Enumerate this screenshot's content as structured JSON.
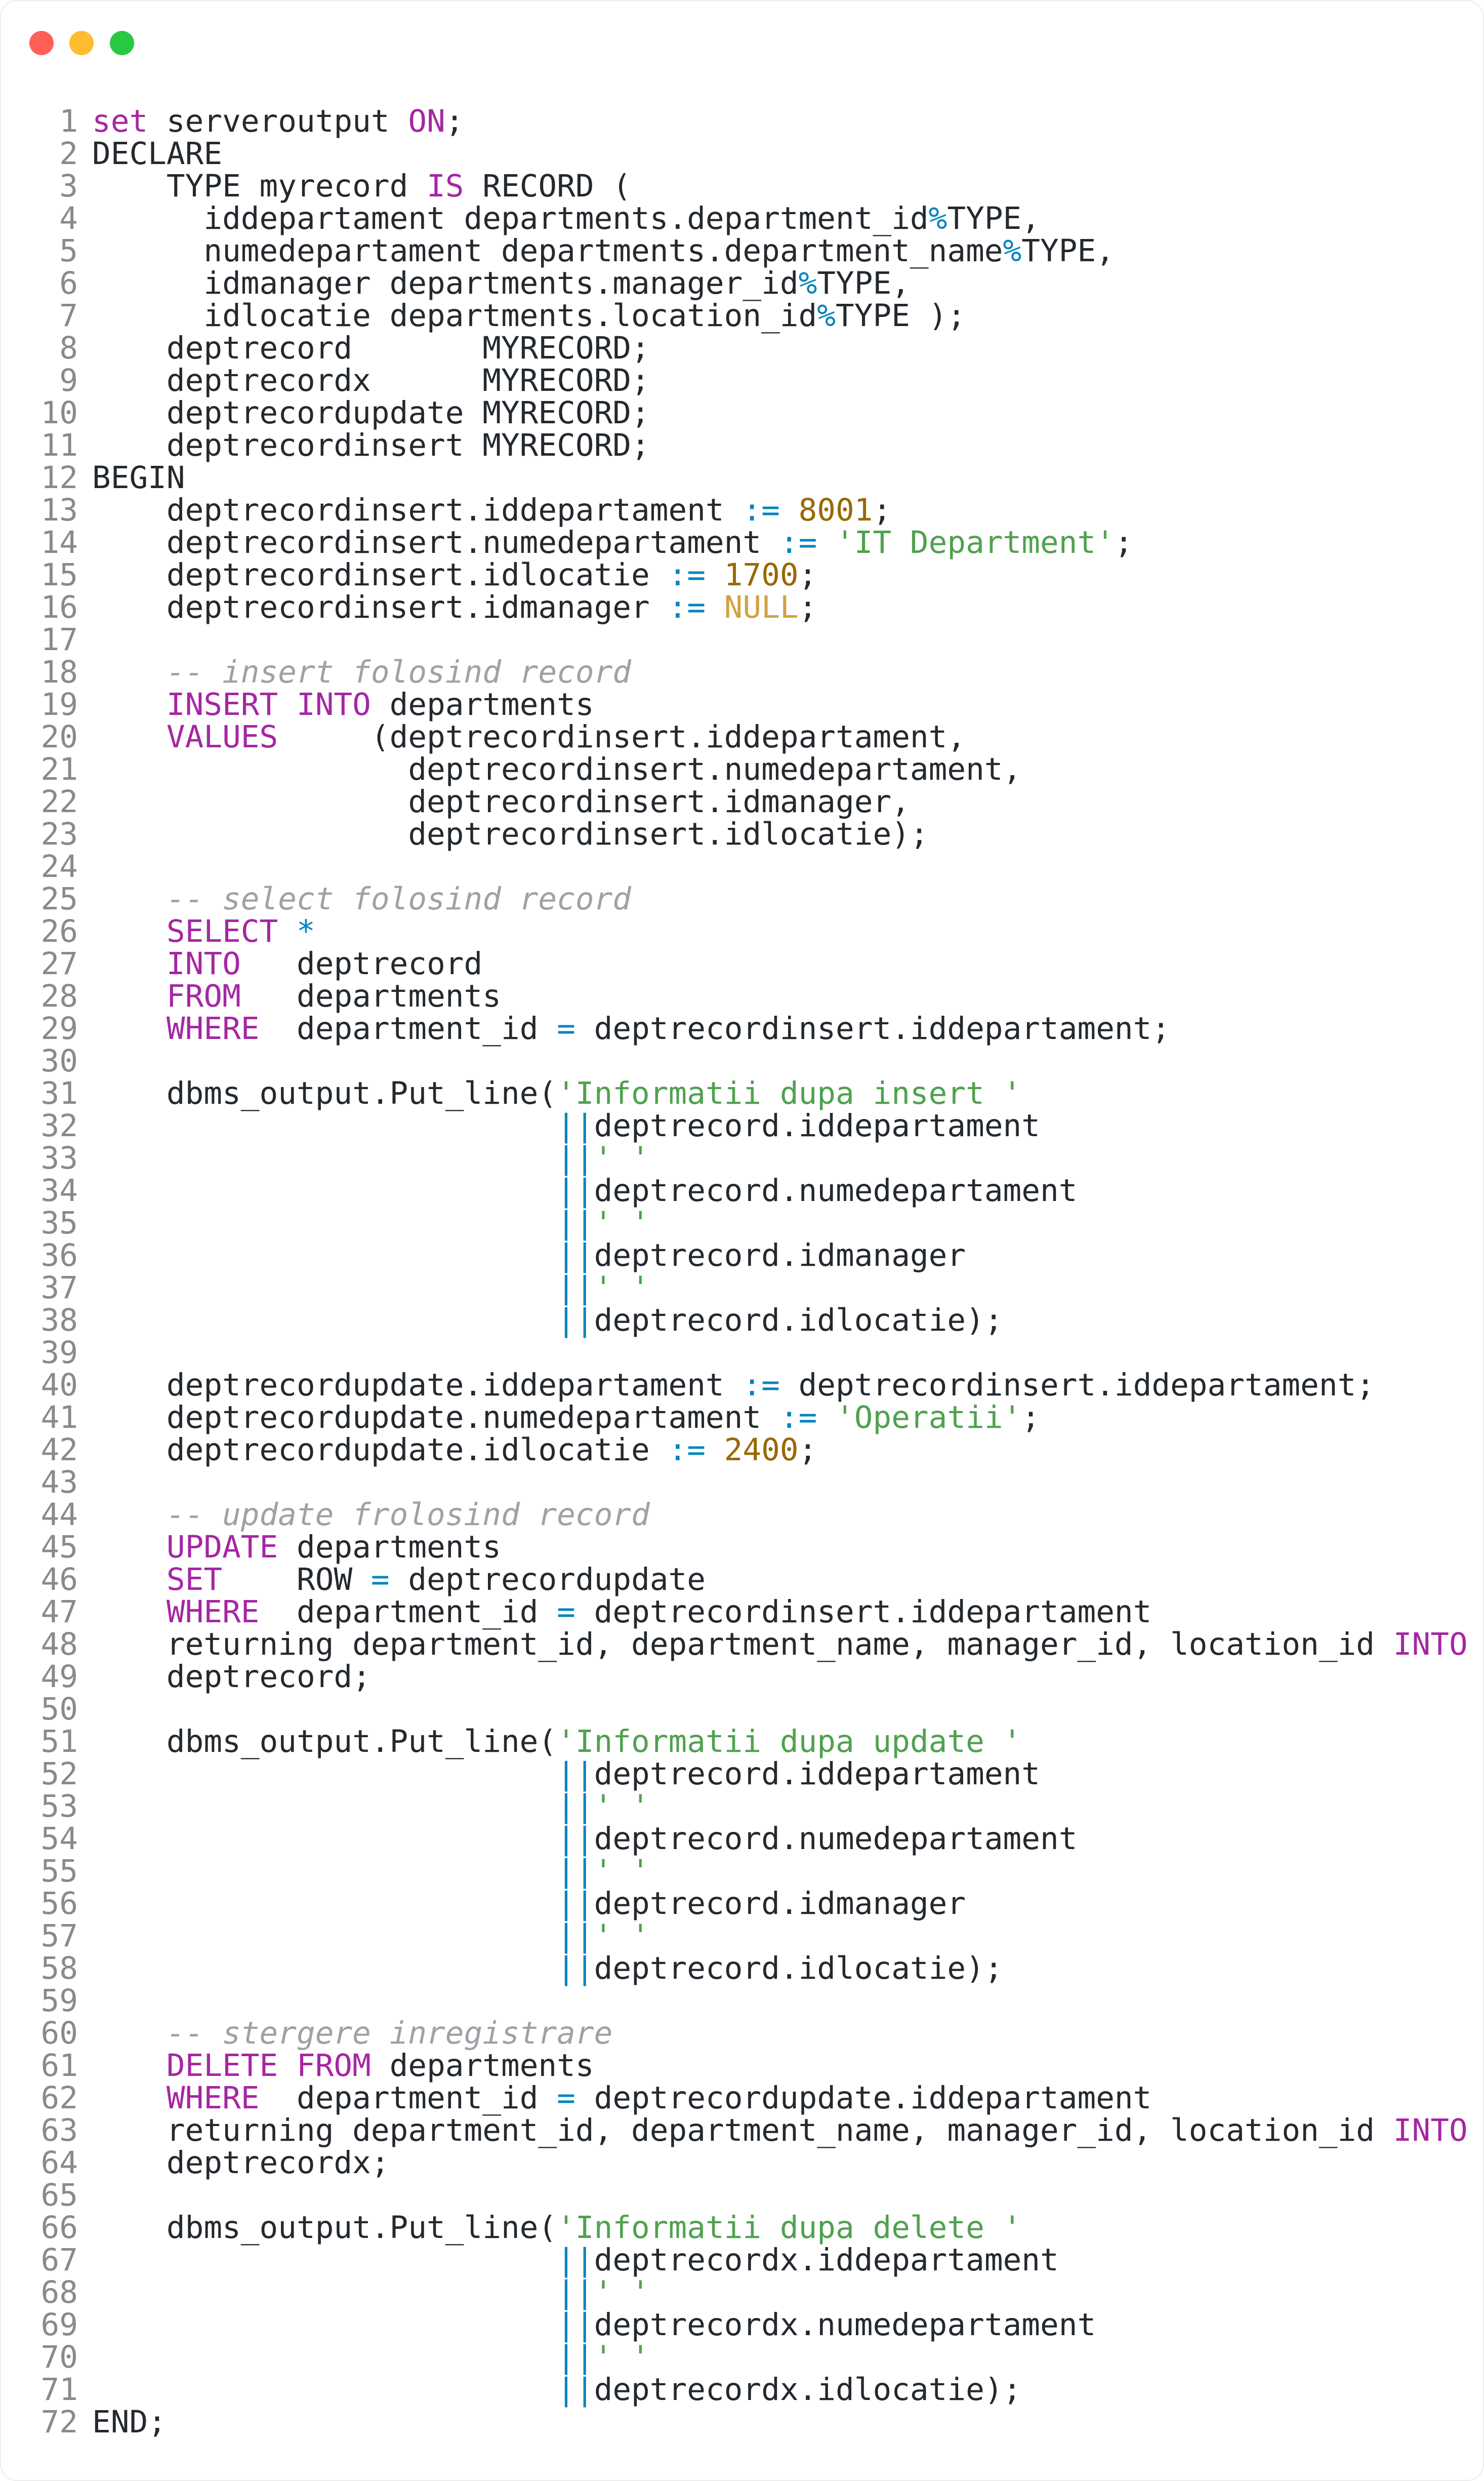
{
  "window": {
    "controls": [
      "close",
      "minimize",
      "zoom"
    ],
    "colors": {
      "close": "#ff5f57",
      "minimize": "#febc2e",
      "zoom": "#28c840"
    }
  },
  "editor": {
    "language": "PL/SQL",
    "colors": {
      "keyword": "#a626a4",
      "number": "#986801",
      "string": "#50a14f",
      "comment": "#a0a1a7",
      "operator": "#0184bc",
      "plain": "#24292e",
      "line_number": "#8a8a8a"
    },
    "lines": [
      [
        [
          "kw",
          "set"
        ],
        [
          "t",
          " serveroutput "
        ],
        [
          "kw",
          "ON"
        ],
        [
          "t",
          ";"
        ]
      ],
      [
        [
          "t",
          "DECLARE"
        ]
      ],
      [
        [
          "t",
          "    TYPE myrecord "
        ],
        [
          "kw",
          "IS"
        ],
        [
          "t",
          " RECORD ("
        ]
      ],
      [
        [
          "t",
          "      iddepartament departments.department_id"
        ],
        [
          "op",
          "%"
        ],
        [
          "t",
          "TYPE,"
        ]
      ],
      [
        [
          "t",
          "      numedepartament departments.department_name"
        ],
        [
          "op",
          "%"
        ],
        [
          "t",
          "TYPE,"
        ]
      ],
      [
        [
          "t",
          "      idmanager departments.manager_id"
        ],
        [
          "op",
          "%"
        ],
        [
          "t",
          "TYPE,"
        ]
      ],
      [
        [
          "t",
          "      idlocatie departments.location_id"
        ],
        [
          "op",
          "%"
        ],
        [
          "t",
          "TYPE );"
        ]
      ],
      [
        [
          "t",
          "    deptrecord       MYRECORD;"
        ]
      ],
      [
        [
          "t",
          "    deptrecordx      MYRECORD;"
        ]
      ],
      [
        [
          "t",
          "    deptrecordupdate MYRECORD;"
        ]
      ],
      [
        [
          "t",
          "    deptrecordinsert MYRECORD;"
        ]
      ],
      [
        [
          "t",
          "BEGIN"
        ]
      ],
      [
        [
          "t",
          "    deptrecordinsert.iddepartament "
        ],
        [
          "op",
          ":="
        ],
        [
          "t",
          " "
        ],
        [
          "num",
          "8001"
        ],
        [
          "t",
          ";"
        ]
      ],
      [
        [
          "t",
          "    deptrecordinsert.numedepartament "
        ],
        [
          "op",
          ":="
        ],
        [
          "t",
          " "
        ],
        [
          "str",
          "'IT Department'"
        ],
        [
          "t",
          ";"
        ]
      ],
      [
        [
          "t",
          "    deptrecordinsert.idlocatie "
        ],
        [
          "op",
          ":="
        ],
        [
          "t",
          " "
        ],
        [
          "num",
          "1700"
        ],
        [
          "t",
          ";"
        ]
      ],
      [
        [
          "t",
          "    deptrecordinsert.idmanager "
        ],
        [
          "op",
          ":="
        ],
        [
          "t",
          " "
        ],
        [
          "nl",
          "NULL"
        ],
        [
          "t",
          ";"
        ]
      ],
      [
        [
          "t",
          ""
        ]
      ],
      [
        [
          "t",
          "    "
        ],
        [
          "cm",
          "-- insert folosind record"
        ]
      ],
      [
        [
          "t",
          "    "
        ],
        [
          "kw",
          "INSERT INTO"
        ],
        [
          "t",
          " departments"
        ]
      ],
      [
        [
          "t",
          "    "
        ],
        [
          "kw",
          "VALUES"
        ],
        [
          "t",
          "     (deptrecordinsert.iddepartament,"
        ]
      ],
      [
        [
          "t",
          "                 deptrecordinsert.numedepartament,"
        ]
      ],
      [
        [
          "t",
          "                 deptrecordinsert.idmanager,"
        ]
      ],
      [
        [
          "t",
          "                 deptrecordinsert.idlocatie);"
        ]
      ],
      [
        [
          "t",
          ""
        ]
      ],
      [
        [
          "t",
          "    "
        ],
        [
          "cm",
          "-- select folosind record"
        ]
      ],
      [
        [
          "t",
          "    "
        ],
        [
          "kw",
          "SELECT"
        ],
        [
          "t",
          " "
        ],
        [
          "op",
          "*"
        ]
      ],
      [
        [
          "t",
          "    "
        ],
        [
          "kw",
          "INTO"
        ],
        [
          "t",
          "   deptrecord"
        ]
      ],
      [
        [
          "t",
          "    "
        ],
        [
          "kw",
          "FROM"
        ],
        [
          "t",
          "   departments"
        ]
      ],
      [
        [
          "t",
          "    "
        ],
        [
          "kw",
          "WHERE"
        ],
        [
          "t",
          "  department_id "
        ],
        [
          "op",
          "="
        ],
        [
          "t",
          " deptrecordinsert.iddepartament;"
        ]
      ],
      [
        [
          "t",
          ""
        ]
      ],
      [
        [
          "t",
          "    dbms_output.Put_line("
        ],
        [
          "str",
          "'Informatii dupa insert '"
        ]
      ],
      [
        [
          "t",
          "                         "
        ],
        [
          "op",
          "||"
        ],
        [
          "t",
          "deptrecord.iddepartament"
        ]
      ],
      [
        [
          "t",
          "                         "
        ],
        [
          "op",
          "||"
        ],
        [
          "str",
          "' '"
        ]
      ],
      [
        [
          "t",
          "                         "
        ],
        [
          "op",
          "||"
        ],
        [
          "t",
          "deptrecord.numedepartament"
        ]
      ],
      [
        [
          "t",
          "                         "
        ],
        [
          "op",
          "||"
        ],
        [
          "str",
          "' '"
        ]
      ],
      [
        [
          "t",
          "                         "
        ],
        [
          "op",
          "||"
        ],
        [
          "t",
          "deptrecord.idmanager"
        ]
      ],
      [
        [
          "t",
          "                         "
        ],
        [
          "op",
          "||"
        ],
        [
          "str",
          "' '"
        ]
      ],
      [
        [
          "t",
          "                         "
        ],
        [
          "op",
          "||"
        ],
        [
          "t",
          "deptrecord.idlocatie);"
        ]
      ],
      [
        [
          "t",
          ""
        ]
      ],
      [
        [
          "t",
          "    deptrecordupdate.iddepartament "
        ],
        [
          "op",
          ":="
        ],
        [
          "t",
          " deptrecordinsert.iddepartament;"
        ]
      ],
      [
        [
          "t",
          "    deptrecordupdate.numedepartament "
        ],
        [
          "op",
          ":="
        ],
        [
          "t",
          " "
        ],
        [
          "str",
          "'Operatii'"
        ],
        [
          "t",
          ";"
        ]
      ],
      [
        [
          "t",
          "    deptrecordupdate.idlocatie "
        ],
        [
          "op",
          ":="
        ],
        [
          "t",
          " "
        ],
        [
          "num",
          "2400"
        ],
        [
          "t",
          ";"
        ]
      ],
      [
        [
          "t",
          ""
        ]
      ],
      [
        [
          "t",
          "    "
        ],
        [
          "cm",
          "-- update frolosind record"
        ]
      ],
      [
        [
          "t",
          "    "
        ],
        [
          "kw",
          "UPDATE"
        ],
        [
          "t",
          " departments"
        ]
      ],
      [
        [
          "t",
          "    "
        ],
        [
          "kw",
          "SET"
        ],
        [
          "t",
          "    ROW "
        ],
        [
          "op",
          "="
        ],
        [
          "t",
          " deptrecordupdate"
        ]
      ],
      [
        [
          "t",
          "    "
        ],
        [
          "kw",
          "WHERE"
        ],
        [
          "t",
          "  department_id "
        ],
        [
          "op",
          "="
        ],
        [
          "t",
          " deptrecordinsert.iddepartament"
        ]
      ],
      [
        [
          "t",
          "    returning department_id, department_name, manager_id, location_id "
        ],
        [
          "kw",
          "INTO"
        ]
      ],
      [
        [
          "t",
          "    deptrecord;"
        ]
      ],
      [
        [
          "t",
          ""
        ]
      ],
      [
        [
          "t",
          "    dbms_output.Put_line("
        ],
        [
          "str",
          "'Informatii dupa update '"
        ]
      ],
      [
        [
          "t",
          "                         "
        ],
        [
          "op",
          "||"
        ],
        [
          "t",
          "deptrecord.iddepartament"
        ]
      ],
      [
        [
          "t",
          "                         "
        ],
        [
          "op",
          "||"
        ],
        [
          "str",
          "' '"
        ]
      ],
      [
        [
          "t",
          "                         "
        ],
        [
          "op",
          "||"
        ],
        [
          "t",
          "deptrecord.numedepartament"
        ]
      ],
      [
        [
          "t",
          "                         "
        ],
        [
          "op",
          "||"
        ],
        [
          "str",
          "' '"
        ]
      ],
      [
        [
          "t",
          "                         "
        ],
        [
          "op",
          "||"
        ],
        [
          "t",
          "deptrecord.idmanager"
        ]
      ],
      [
        [
          "t",
          "                         "
        ],
        [
          "op",
          "||"
        ],
        [
          "str",
          "' '"
        ]
      ],
      [
        [
          "t",
          "                         "
        ],
        [
          "op",
          "||"
        ],
        [
          "t",
          "deptrecord.idlocatie);"
        ]
      ],
      [
        [
          "t",
          ""
        ]
      ],
      [
        [
          "t",
          "    "
        ],
        [
          "cm",
          "-- stergere inregistrare"
        ]
      ],
      [
        [
          "t",
          "    "
        ],
        [
          "kw",
          "DELETE FROM"
        ],
        [
          "t",
          " departments"
        ]
      ],
      [
        [
          "t",
          "    "
        ],
        [
          "kw",
          "WHERE"
        ],
        [
          "t",
          "  department_id "
        ],
        [
          "op",
          "="
        ],
        [
          "t",
          " deptrecordupdate.iddepartament"
        ]
      ],
      [
        [
          "t",
          "    returning department_id, department_name, manager_id, location_id "
        ],
        [
          "kw",
          "INTO"
        ]
      ],
      [
        [
          "t",
          "    deptrecordx;"
        ]
      ],
      [
        [
          "t",
          ""
        ]
      ],
      [
        [
          "t",
          "    dbms_output.Put_line("
        ],
        [
          "str",
          "'Informatii dupa delete '"
        ]
      ],
      [
        [
          "t",
          "                         "
        ],
        [
          "op",
          "||"
        ],
        [
          "t",
          "deptrecordx.iddepartament"
        ]
      ],
      [
        [
          "t",
          "                         "
        ],
        [
          "op",
          "||"
        ],
        [
          "str",
          "' '"
        ]
      ],
      [
        [
          "t",
          "                         "
        ],
        [
          "op",
          "||"
        ],
        [
          "t",
          "deptrecordx.numedepartament"
        ]
      ],
      [
        [
          "t",
          "                         "
        ],
        [
          "op",
          "||"
        ],
        [
          "str",
          "' '"
        ]
      ],
      [
        [
          "t",
          "                         "
        ],
        [
          "op",
          "||"
        ],
        [
          "t",
          "deptrecordx.idlocatie);"
        ]
      ],
      [
        [
          "t",
          "END;"
        ]
      ]
    ]
  }
}
